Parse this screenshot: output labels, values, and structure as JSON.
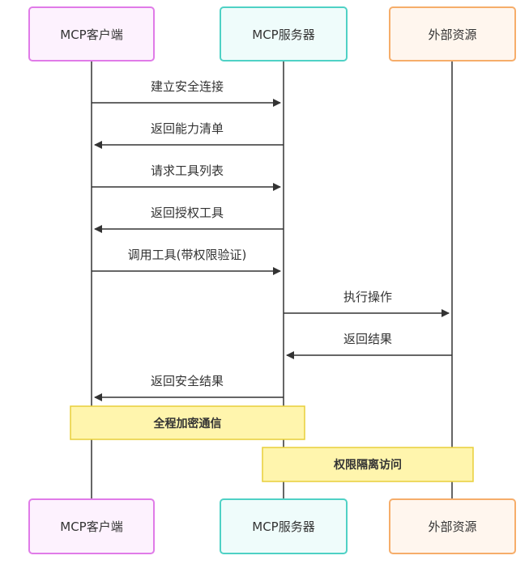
{
  "participants": {
    "client": {
      "label": "MCP客户端",
      "border": "#e07be8",
      "fill": "#fdf2fe"
    },
    "server": {
      "label": "MCP服务器",
      "border": "#4fd1c5",
      "fill": "#effcfb"
    },
    "resource": {
      "label": "外部资源",
      "border": "#f6ad6a",
      "fill": "#fff6ee"
    }
  },
  "messages": [
    {
      "label": "建立安全连接",
      "from": "client",
      "to": "server"
    },
    {
      "label": "返回能力清单",
      "from": "server",
      "to": "client"
    },
    {
      "label": "请求工具列表",
      "from": "client",
      "to": "server"
    },
    {
      "label": "返回授权工具",
      "from": "server",
      "to": "client"
    },
    {
      "label": "调用工具(带权限验证)",
      "from": "client",
      "to": "server"
    },
    {
      "label": "执行操作",
      "from": "server",
      "to": "resource"
    },
    {
      "label": "返回结果",
      "from": "resource",
      "to": "server"
    },
    {
      "label": "返回安全结果",
      "from": "server",
      "to": "client"
    }
  ],
  "notes": [
    {
      "label": "全程加密通信",
      "over": [
        "client",
        "server"
      ]
    },
    {
      "label": "权限隔离访问",
      "over": [
        "server",
        "resource"
      ]
    }
  ],
  "colors": {
    "lifeline": "#333333",
    "arrow": "#333333",
    "note_border": "#e8cf3a",
    "note_fill": "#fff5ad"
  }
}
